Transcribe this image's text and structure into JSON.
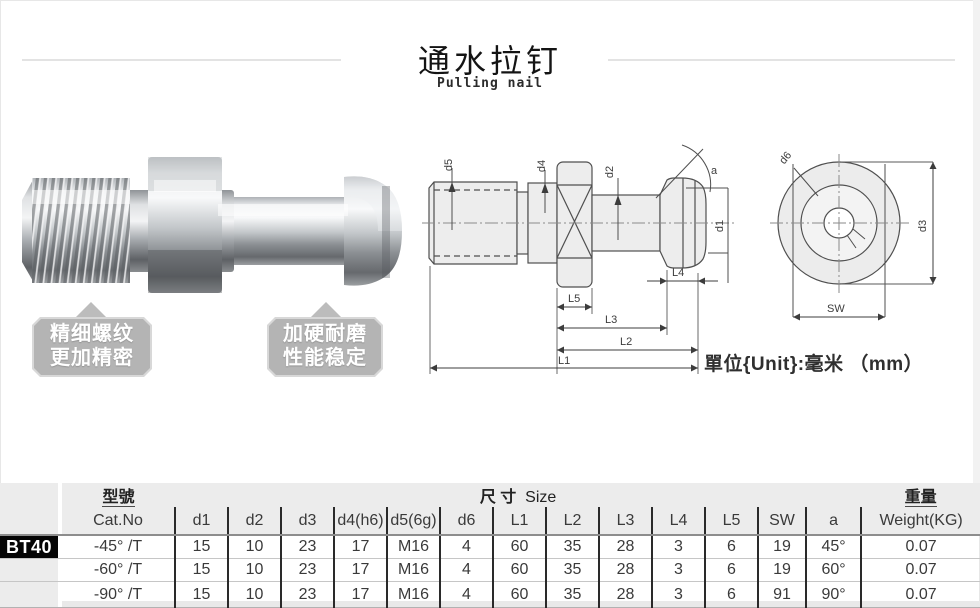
{
  "page": {
    "title_cn": "通水拉钉",
    "title_en": "Pulling nail",
    "unit_note": "單位{Unit}:毫米 （mm）"
  },
  "callouts": [
    {
      "line1": "精细螺纹",
      "line2": "更加精密"
    },
    {
      "line1": "加硬耐磨",
      "line2": "性能稳定"
    }
  ],
  "drawing": {
    "labels": {
      "d5": "d5",
      "d4": "d4",
      "d2": "d2",
      "d1": "d1",
      "a": "a",
      "L1": "L1",
      "L2": "L2",
      "L3": "L3",
      "L4": "L4",
      "L5": "L5",
      "d6": "d6",
      "d3": "d3",
      "SW": "SW"
    }
  },
  "spec_table": {
    "series": "BT40",
    "group_headers": {
      "model": "型號",
      "size_cn": "尺 寸",
      "size_en": "Size",
      "weight": "重量"
    },
    "columns": [
      "Cat.No",
      "d1",
      "d2",
      "d3",
      "d4(h6)",
      "d5(6g)",
      "d6",
      "L1",
      "L2",
      "L3",
      "L4",
      "L5",
      "SW",
      "a",
      "Weight(KG)"
    ],
    "rows": [
      [
        "-45° /T",
        "15",
        "10",
        "23",
        "17",
        "M16",
        "4",
        "60",
        "35",
        "28",
        "3",
        "6",
        "19",
        "45°",
        "0.07"
      ],
      [
        "-60° /T",
        "15",
        "10",
        "23",
        "17",
        "M16",
        "4",
        "60",
        "35",
        "28",
        "3",
        "6",
        "19",
        "60°",
        "0.07"
      ],
      [
        "-90° /T",
        "15",
        "10",
        "23",
        "17",
        "M16",
        "4",
        "60",
        "35",
        "28",
        "3",
        "6",
        "91",
        "90°",
        "0.07"
      ]
    ]
  },
  "colors": {
    "bt40_bg": "#050505",
    "table_header_bg": "#ececec",
    "callout_bg": "#b4b4b4",
    "drawing_stroke": "#4f4f4f"
  }
}
